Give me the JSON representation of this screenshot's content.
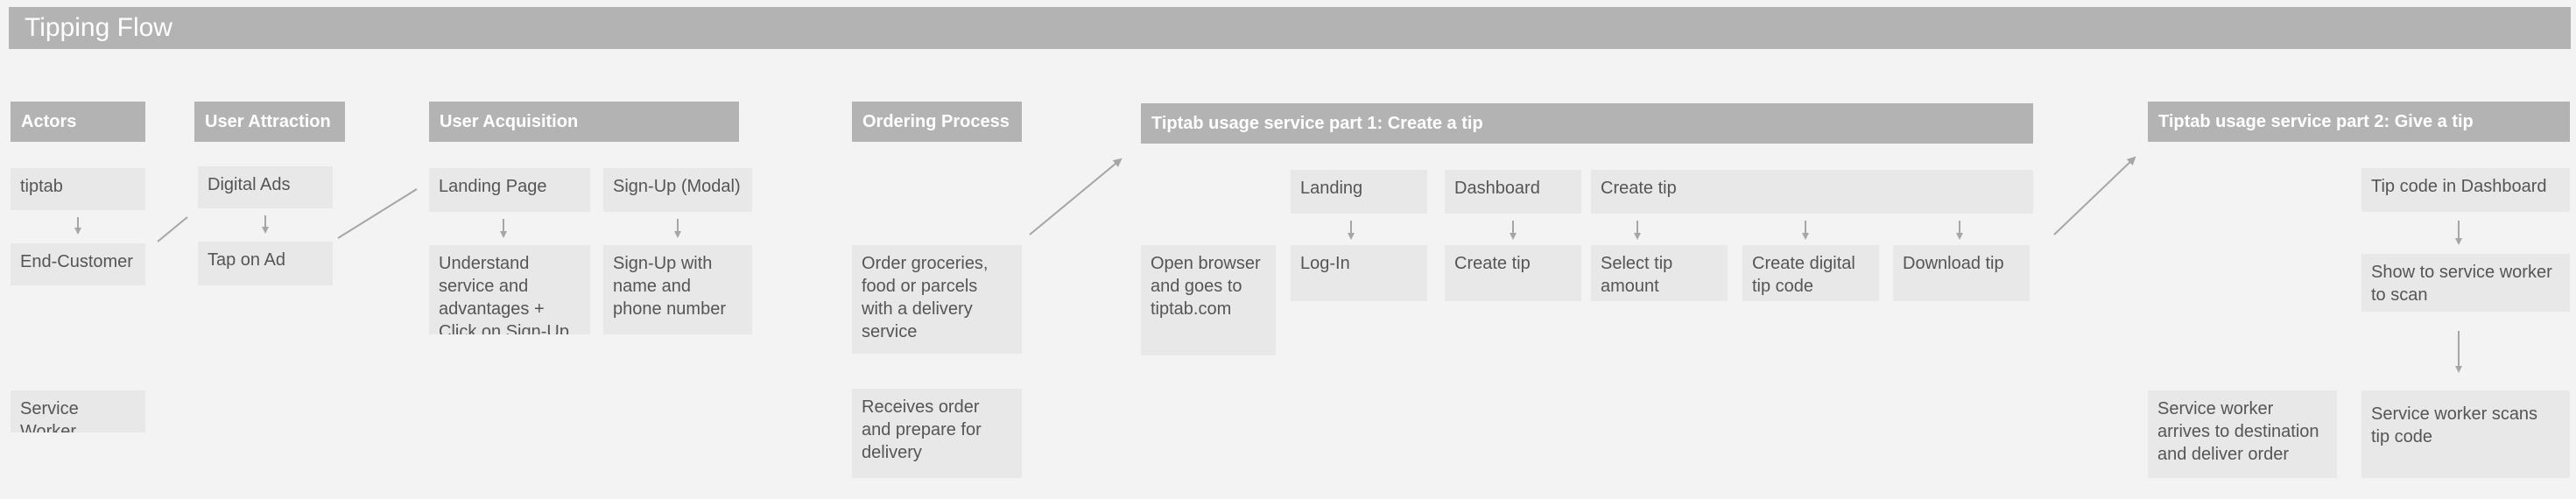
{
  "title": "Tipping Flow",
  "columns": {
    "actors": "Actors",
    "user_attraction": "User Attraction",
    "user_acquisition": "User Acquisition",
    "ordering_process": "Ordering Process",
    "create_tip": "Tiptab usage service part 1: Create a tip",
    "give_tip": "Tiptab usage service part 2: Give a tip"
  },
  "actors": {
    "tiptab": "tiptab",
    "end_customer": "End-Customer",
    "service_worker": "Service Worker"
  },
  "attraction": {
    "digital_ads": "Digital Ads",
    "tap_on_ad": "Tap on Ad"
  },
  "acquisition": {
    "landing_page": "Landing Page",
    "understand": "Understand service and advantages + Click on Sign-Up",
    "signup_modal": "Sign-Up (Modal)",
    "signup_with": "Sign-Up with name and phone number"
  },
  "ordering": {
    "order_groceries": "Order groceries, food or parcels with a delivery service",
    "receives_order": "Receives order and prepare for delivery"
  },
  "create_tip": {
    "open_browser": "Open browser and goes to tiptab.com",
    "landing": "Landing",
    "login": "Log-In",
    "dashboard": "Dashboard",
    "create_tip_step": "Create tip",
    "create_tip_group": "Create tip",
    "select_amount": "Select tip amount",
    "create_code": "Create digital tip code",
    "download_tip": "Download tip"
  },
  "give_tip": {
    "tip_code_dashboard": "Tip code in Dashboard",
    "show_to_worker": "Show to service worker to scan",
    "worker_arrives": "Service worker arrives to destination and deliver order",
    "worker_scans": "Service worker scans tip code"
  },
  "colors": {
    "background": "#f3f3f3",
    "header": "#b3b3b3",
    "box": "#e8e8e8",
    "text": "#555555",
    "connector": "#a6a6a6"
  }
}
